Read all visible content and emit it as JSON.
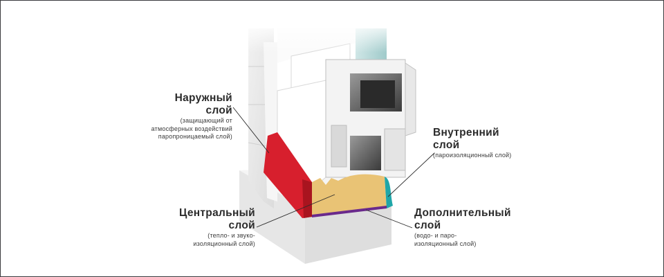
{
  "diagram": {
    "subject": "PVC window sill installation cross-section with sealing layers",
    "colors": {
      "outer_layer": "#d71f2d",
      "central_layer": "#e9c375",
      "inner_layer": "#1fa6a8",
      "additional_layer": "#6a2a8c",
      "frame": "#3a3a3e",
      "text": "#2b2b2b"
    },
    "labels": {
      "outer": {
        "title_line1": "Наружный",
        "title_line2": "слой",
        "sub_line1": "(защищающий от",
        "sub_line2": "атмосферных воздействий",
        "sub_line3": "паропроницаемый слой)"
      },
      "inner": {
        "title_line1": "Внутренний",
        "title_line2": "слой",
        "sub_line1": "(пароизоляционный слой)"
      },
      "central": {
        "title_line1": "Центральный",
        "title_line2": "слой",
        "sub_line1": "(тепло- и звуко-",
        "sub_line2": "изоляционный слой)"
      },
      "additional": {
        "title_line1": "Дополнительный",
        "title_line2": "слой",
        "sub_line1": "(водо- и паро-",
        "sub_line2": "изоляционный слой)"
      }
    }
  }
}
